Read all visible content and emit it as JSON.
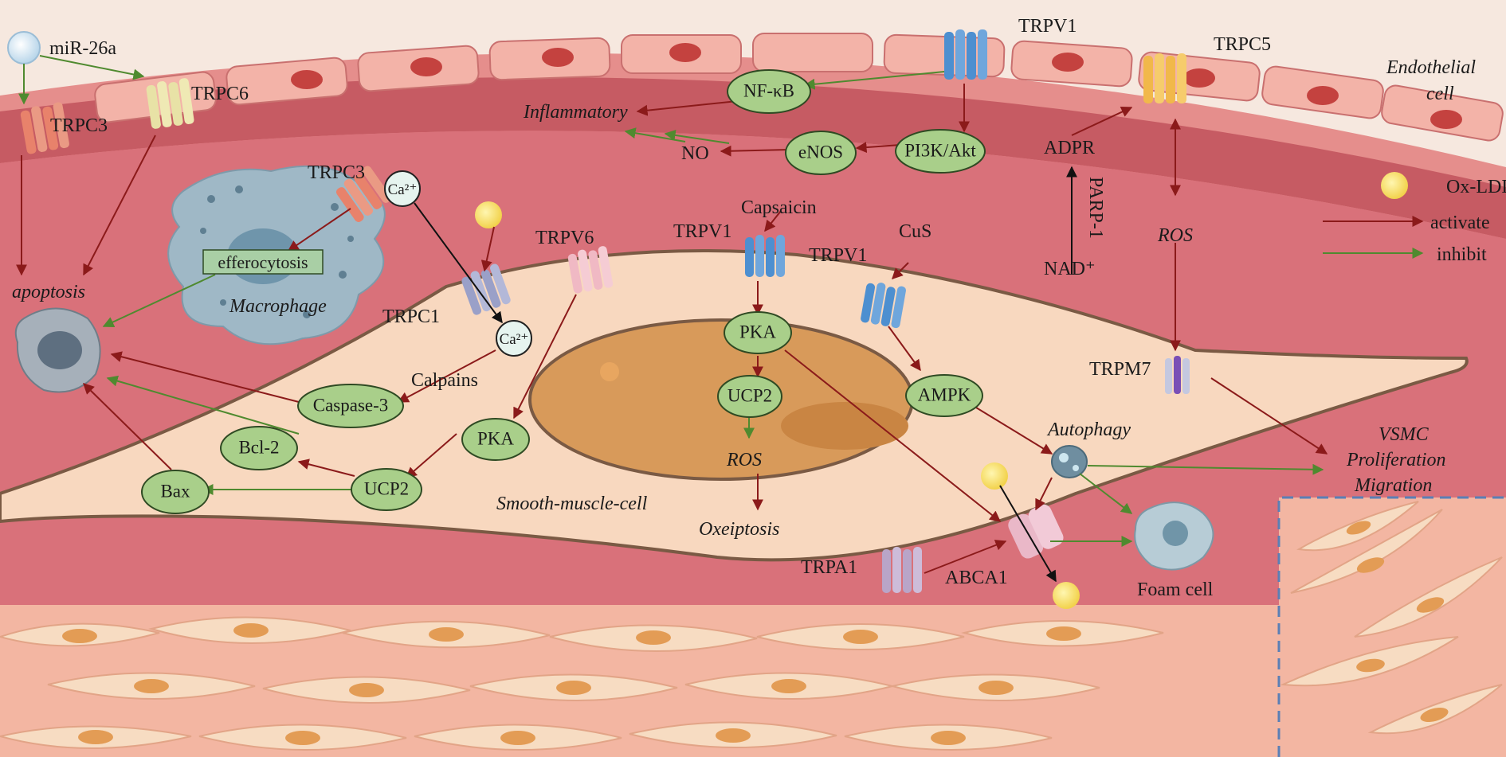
{
  "labels": {
    "mir26a": "miR-26a",
    "trpc3_top": "TRPC3",
    "trpc6": "TRPC6",
    "trpv1_top": "TRPV1",
    "trpc5": "TRPC5",
    "endothelial_cell": "Endothelial cell",
    "endothelial_l1": "Endothelial",
    "endothelial_l2": "cell",
    "inflammatory": "Inflammatory",
    "no": "NO",
    "trpc3_mac": "TRPC3",
    "ca_top": "Ca²⁺",
    "ca_mid": "Ca²⁺",
    "efferocytosis": "efferocytosis",
    "macrophage": "Macrophage",
    "apoptosis": "apoptosis",
    "trpc1": "TRPC1",
    "trpv6": "TRPV6",
    "calpains": "Calpains",
    "capsaicin": "Capsaicin",
    "trpv1_a": "TRPV1",
    "trpv1_b": "TRPV1",
    "cus": "CuS",
    "adpr": "ADPR",
    "parp1": "PARP-1",
    "nad": "NAD⁺",
    "ros_right": "ROS",
    "trpm7": "TRPM7",
    "autophagy": "Autophagy",
    "vsmc_l1": "VSMC",
    "vsmc_l2": "Proliferation",
    "vsmc_l3": "Migration",
    "ros_mid": "ROS",
    "oxeiptosis": "Oxeiptosis",
    "smooth_muscle_cell": "Smooth-muscle-cell",
    "trpa1": "TRPA1",
    "abca1": "ABCA1",
    "foam_cell": "Foam cell"
  },
  "ovals": {
    "nfkb": "NF-κB",
    "enos": "eNOS",
    "pi3k": "PI3K/Akt",
    "pka_mid": "PKA",
    "ucp2_mid": "UCP2",
    "ampk": "AMPK",
    "pka_left": "PKA",
    "ucp2_left": "UCP2",
    "caspase3": "Caspase-3",
    "bcl2": "Bcl-2",
    "bax": "Bax"
  },
  "legend": {
    "oxldl": "Ox-LDL",
    "activate": "activate",
    "inhibit": "inhibit"
  },
  "colors": {
    "activate": "#8b1a1a",
    "inhibit": "#4f8a2f",
    "oval_fill": "#a9cf8a",
    "vessel_wall": "#d46a72",
    "vsmc_body": "#f8d8bf",
    "nucleus": "#d89a5a"
  }
}
